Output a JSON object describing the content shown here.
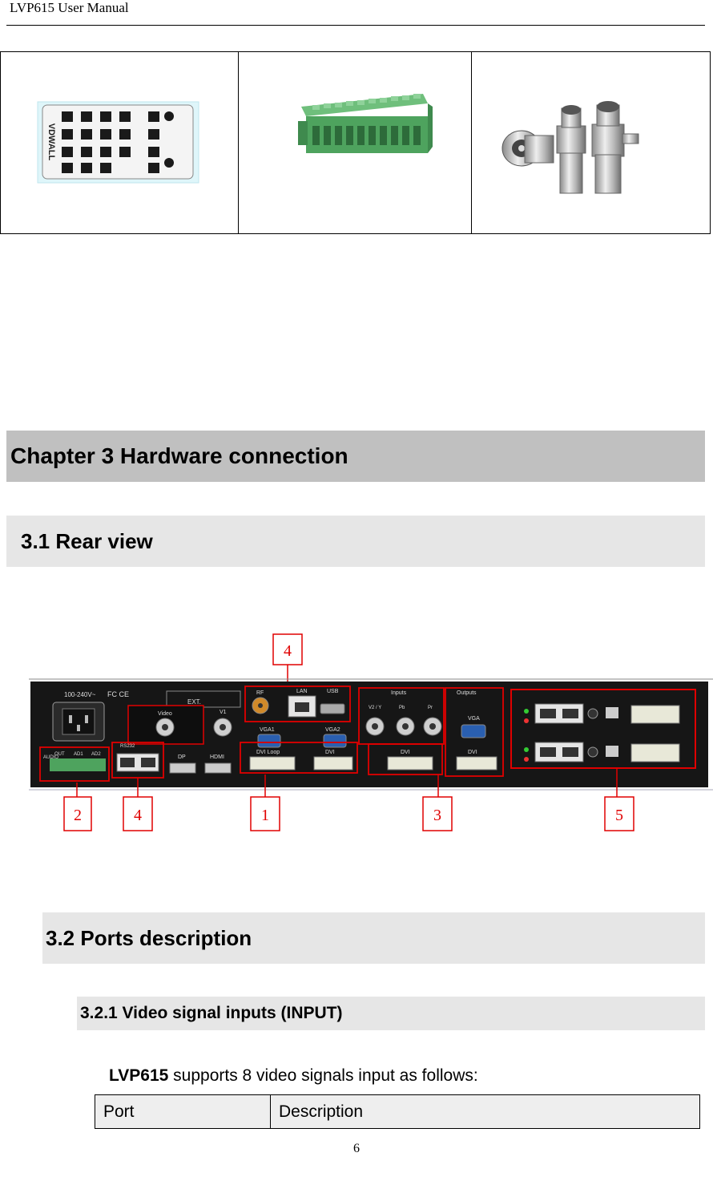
{
  "header": {
    "title": "LVP615 User Manual"
  },
  "accessory_images": [
    {
      "name": "Remote control",
      "brand_text": "VDWALL"
    },
    {
      "name": "Green terminal block connector"
    },
    {
      "name": "BNC connectors"
    }
  ],
  "chapter": {
    "title": "Chapter 3 Hardware connection"
  },
  "section_31": {
    "title": "3.1 Rear view"
  },
  "rear_panel": {
    "callouts_top": [
      "4"
    ],
    "callouts_bottom": [
      "2",
      "4",
      "1",
      "3",
      "5"
    ],
    "labels": {
      "power": "100-240V~",
      "ext": "EXT.",
      "video": "Video",
      "v1": "V1",
      "rf": "RF",
      "lan": "LAN",
      "usb": "USB",
      "inputs": "Inputs",
      "outputs": "Outputs",
      "vga1": "VGA1",
      "vga2": "VGA2",
      "v2y": "V2 / Y",
      "pb": "Pb",
      "pr": "Pr",
      "vga": "VGA",
      "dp": "DP",
      "hdmi": "HDMI",
      "dvi_loop": "DVI Loop",
      "dvi": "DVI",
      "audio": "AUDIO",
      "out": "OUT",
      "ad1": "AD1",
      "ad2": "AD2",
      "rs232": "RS232"
    }
  },
  "section_32": {
    "title": "3.2 Ports description"
  },
  "section_321": {
    "title": "3.2.1 Video signal inputs (INPUT)"
  },
  "body": {
    "bold": "LVP615",
    "rest": " supports 8 video signals input as follows:"
  },
  "ports_table": {
    "headers": [
      "Port",
      "Description"
    ]
  },
  "footer": {
    "page_number": "6"
  },
  "colors": {
    "callout": "#e00000",
    "chapter_bg": "#c0c0c0",
    "section_bg": "#e6e6e6"
  }
}
